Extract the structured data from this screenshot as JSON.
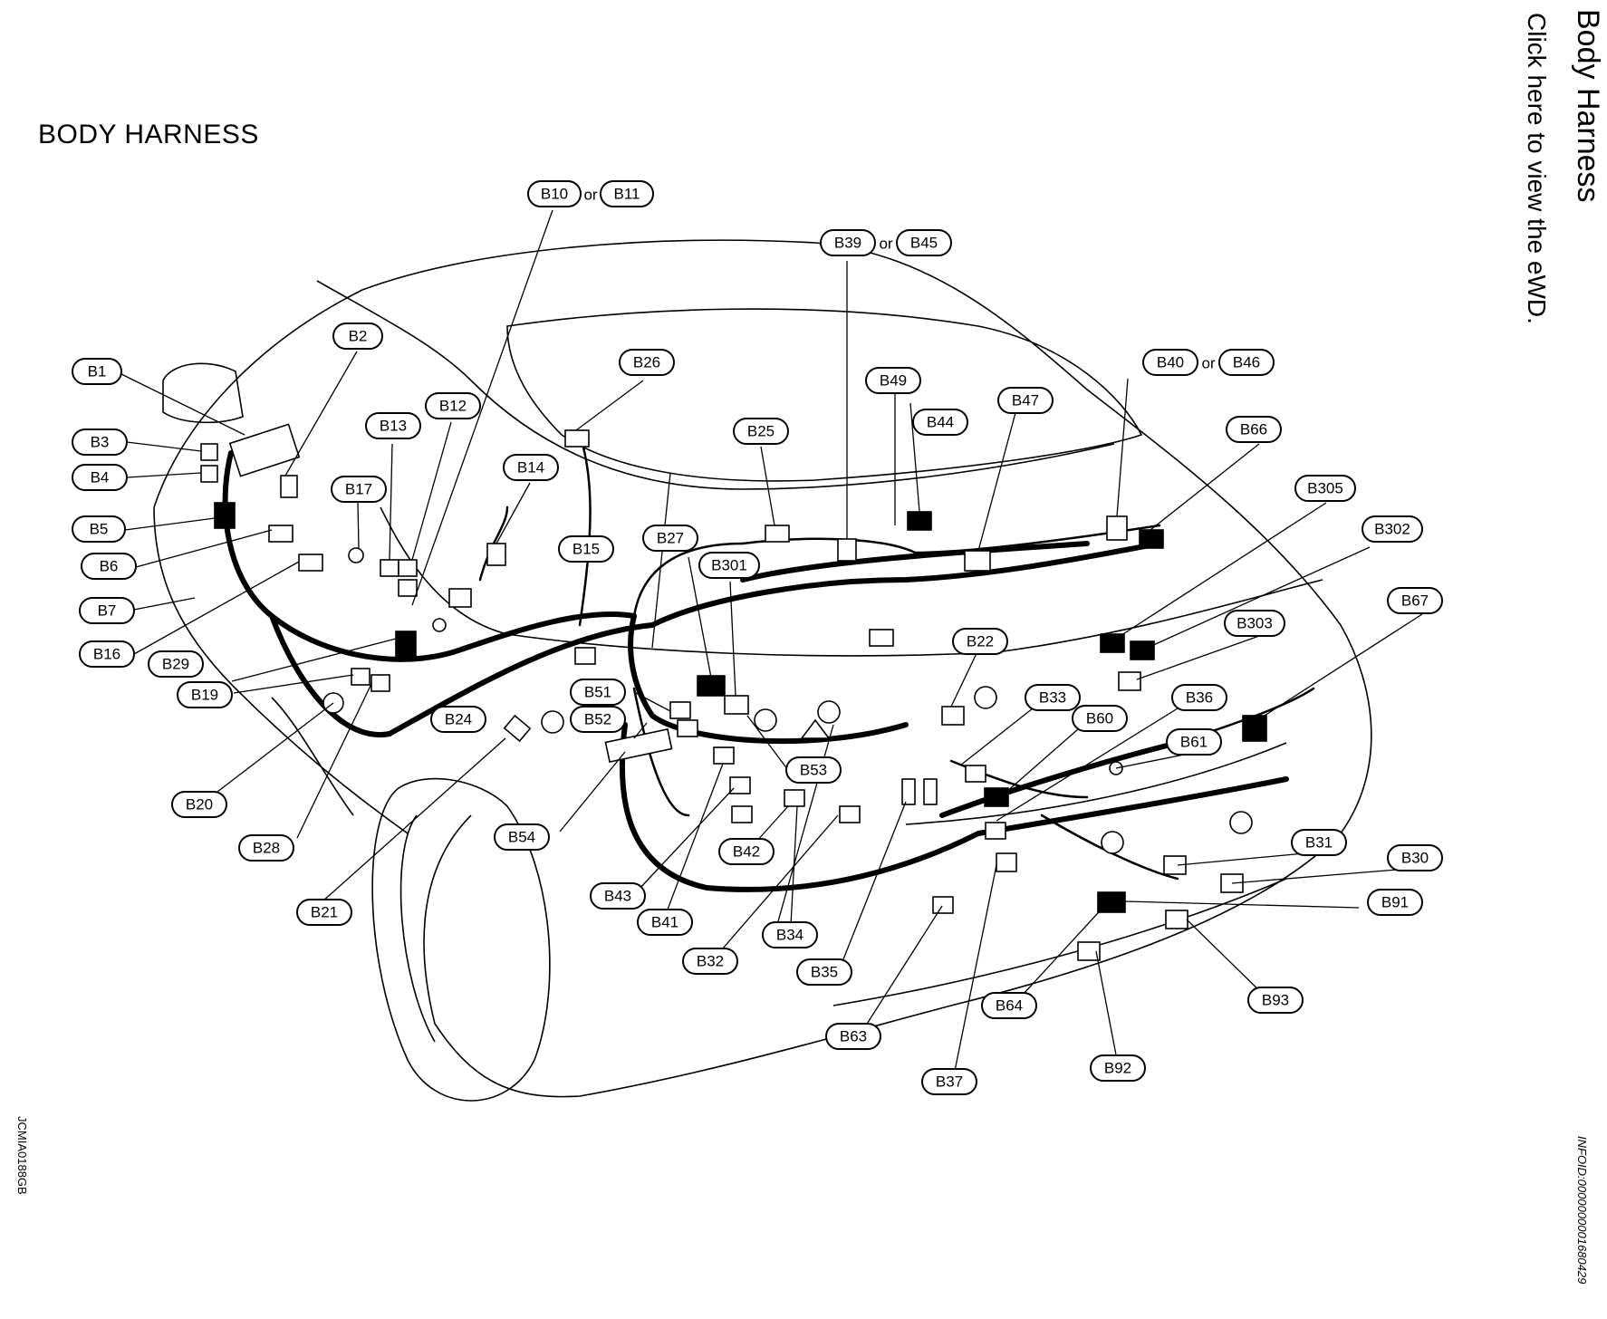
{
  "page": {
    "title": "BODY HARNESS",
    "side_heading": "Body Harness",
    "side_link": "Click here to view the eWD.",
    "doc_code": "INFOID:0000000001680429",
    "image_code": "JCMIA0188GB"
  },
  "connector_labels": [
    {
      "id": "b1",
      "text": "B1"
    },
    {
      "id": "b2",
      "text": "B2"
    },
    {
      "id": "b3",
      "text": "B3"
    },
    {
      "id": "b4",
      "text": "B4"
    },
    {
      "id": "b5",
      "text": "B5"
    },
    {
      "id": "b6",
      "text": "B6"
    },
    {
      "id": "b7",
      "text": "B7"
    },
    {
      "id": "b10",
      "text": "B10"
    },
    {
      "id": "b11",
      "text": "B11"
    },
    {
      "id": "b12",
      "text": "B12"
    },
    {
      "id": "b13",
      "text": "B13"
    },
    {
      "id": "b14",
      "text": "B14"
    },
    {
      "id": "b15",
      "text": "B15"
    },
    {
      "id": "b16",
      "text": "B16"
    },
    {
      "id": "b17",
      "text": "B17"
    },
    {
      "id": "b19",
      "text": "B19"
    },
    {
      "id": "b20",
      "text": "B20"
    },
    {
      "id": "b21",
      "text": "B21"
    },
    {
      "id": "b22",
      "text": "B22"
    },
    {
      "id": "b24",
      "text": "B24"
    },
    {
      "id": "b25",
      "text": "B25"
    },
    {
      "id": "b26",
      "text": "B26"
    },
    {
      "id": "b27",
      "text": "B27"
    },
    {
      "id": "b28",
      "text": "B28"
    },
    {
      "id": "b29",
      "text": "B29"
    },
    {
      "id": "b30",
      "text": "B30"
    },
    {
      "id": "b31",
      "text": "B31"
    },
    {
      "id": "b32",
      "text": "B32"
    },
    {
      "id": "b33",
      "text": "B33"
    },
    {
      "id": "b34",
      "text": "B34"
    },
    {
      "id": "b35",
      "text": "B35"
    },
    {
      "id": "b36",
      "text": "B36"
    },
    {
      "id": "b37",
      "text": "B37"
    },
    {
      "id": "b39",
      "text": "B39"
    },
    {
      "id": "b40",
      "text": "B40"
    },
    {
      "id": "b41",
      "text": "B41"
    },
    {
      "id": "b42",
      "text": "B42"
    },
    {
      "id": "b43",
      "text": "B43"
    },
    {
      "id": "b44",
      "text": "B44"
    },
    {
      "id": "b45",
      "text": "B45"
    },
    {
      "id": "b46",
      "text": "B46"
    },
    {
      "id": "b47",
      "text": "B47"
    },
    {
      "id": "b49",
      "text": "B49"
    },
    {
      "id": "b51",
      "text": "B51"
    },
    {
      "id": "b52",
      "text": "B52"
    },
    {
      "id": "b53",
      "text": "B53"
    },
    {
      "id": "b54",
      "text": "B54"
    },
    {
      "id": "b60",
      "text": "B60"
    },
    {
      "id": "b61",
      "text": "B61"
    },
    {
      "id": "b63",
      "text": "B63"
    },
    {
      "id": "b64",
      "text": "B64"
    },
    {
      "id": "b66",
      "text": "B66"
    },
    {
      "id": "b67",
      "text": "B67"
    },
    {
      "id": "b91",
      "text": "B91"
    },
    {
      "id": "b92",
      "text": "B92"
    },
    {
      "id": "b93",
      "text": "B93"
    },
    {
      "id": "b301",
      "text": "B301"
    },
    {
      "id": "b302",
      "text": "B302"
    },
    {
      "id": "b303",
      "text": "B303"
    },
    {
      "id": "b305",
      "text": "B305"
    }
  ],
  "or_words": [
    {
      "id": "or-b10-b11",
      "text": "or"
    },
    {
      "id": "or-b39-b45",
      "text": "or"
    },
    {
      "id": "or-b40-b46",
      "text": "or"
    }
  ]
}
